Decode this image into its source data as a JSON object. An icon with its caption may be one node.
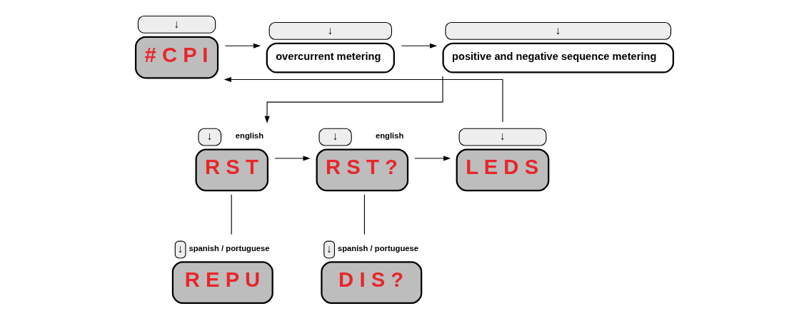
{
  "diagram": {
    "nodes": [
      {
        "text": [
          "# C P I"
        ],
        "beside": [
          "↓"
        ]
      },
      {
        "text": [
          "overcurrent metering"
        ],
        "beside": [
          "↓"
        ]
      },
      {
        "text": [
          "positive and negative sequence metering"
        ],
        "beside": [
          "↓"
        ]
      },
      {
        "text": [
          "R S T"
        ],
        "beside": [
          "↓",
          "english"
        ]
      },
      {
        "text": [
          "R E P U"
        ],
        "beside": [
          "↓",
          "spanish / portuguese"
        ]
      },
      {
        "text": [
          "R S T ?"
        ],
        "beside": [
          "↓",
          "english"
        ]
      },
      {
        "text": [
          "D I S ?"
        ],
        "beside": [
          "↓",
          "spanish / portuguese"
        ]
      },
      {
        "text": [
          "L E D S"
        ],
        "beside": [
          "↓"
        ]
      }
    ],
    "edges": [
      {
        "from": 0,
        "to": 1,
        "arrow": "to"
      },
      {
        "from": 1,
        "to": 2,
        "arrow": "to"
      },
      {
        "from": 2,
        "to": 3,
        "arrow": "to"
      },
      {
        "from": 3,
        "to": 4,
        "arrow": "none"
      },
      {
        "from": 3,
        "to": 5,
        "arrow": "to"
      },
      {
        "from": 5,
        "to": 6,
        "arrow": "none"
      },
      {
        "from": 5,
        "to": 7,
        "arrow": "to"
      },
      {
        "from": 7,
        "to": 0,
        "arrow": "to"
      }
    ]
  }
}
